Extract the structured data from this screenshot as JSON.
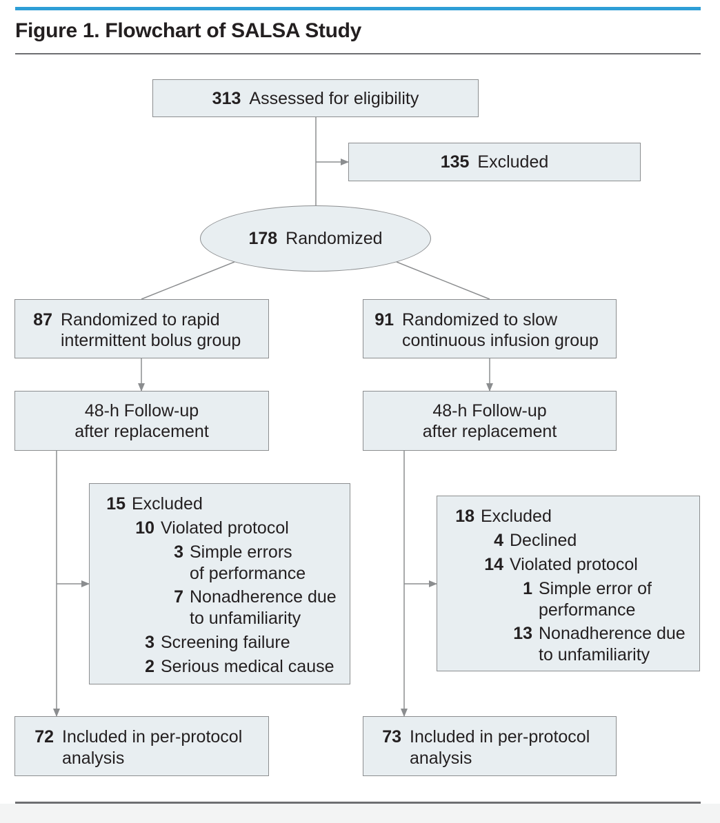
{
  "figure": {
    "title": "Figure 1. Flowchart of SALSA Study"
  },
  "assessed": {
    "n": "313",
    "label": "Assessed for eligibility"
  },
  "excluded_initial": {
    "n": "135",
    "label": "Excluded"
  },
  "randomized": {
    "n": "178",
    "label": "Randomized"
  },
  "left": {
    "arm": {
      "n": "87",
      "line1": "Randomized to rapid",
      "line2": "intermittent bolus group"
    },
    "followup": {
      "line1": "48-h Follow-up",
      "line2": "after replacement"
    },
    "excluded": {
      "total": {
        "n": "15",
        "label": "Excluded"
      },
      "violated": {
        "n": "10",
        "label": "Violated protocol"
      },
      "simple": {
        "n": "3",
        "line1": "Simple errors",
        "line2": "of performance"
      },
      "nonadherence": {
        "n": "7",
        "line1": "Nonadherence due",
        "line2": "to unfamiliarity"
      },
      "screening": {
        "n": "3",
        "label": "Screening failure"
      },
      "medical": {
        "n": "2",
        "label": "Serious medical cause"
      }
    },
    "included": {
      "n": "72",
      "line1": "Included in per-protocol",
      "line2": "analysis"
    }
  },
  "right": {
    "arm": {
      "n": "91",
      "line1": "Randomized to slow",
      "line2": "continuous infusion group"
    },
    "followup": {
      "line1": "48-h Follow-up",
      "line2": "after replacement"
    },
    "excluded": {
      "total": {
        "n": "18",
        "label": "Excluded"
      },
      "declined": {
        "n": "4",
        "label": "Declined"
      },
      "violated": {
        "n": "14",
        "label": "Violated protocol"
      },
      "simple": {
        "n": "1",
        "line1": "Simple error of",
        "line2": "performance"
      },
      "nonadherence": {
        "n": "13",
        "line1": "Nonadherence due",
        "line2": "to unfamiliarity"
      }
    },
    "included": {
      "n": "73",
      "line1": "Included in per-protocol",
      "line2": "analysis"
    }
  }
}
